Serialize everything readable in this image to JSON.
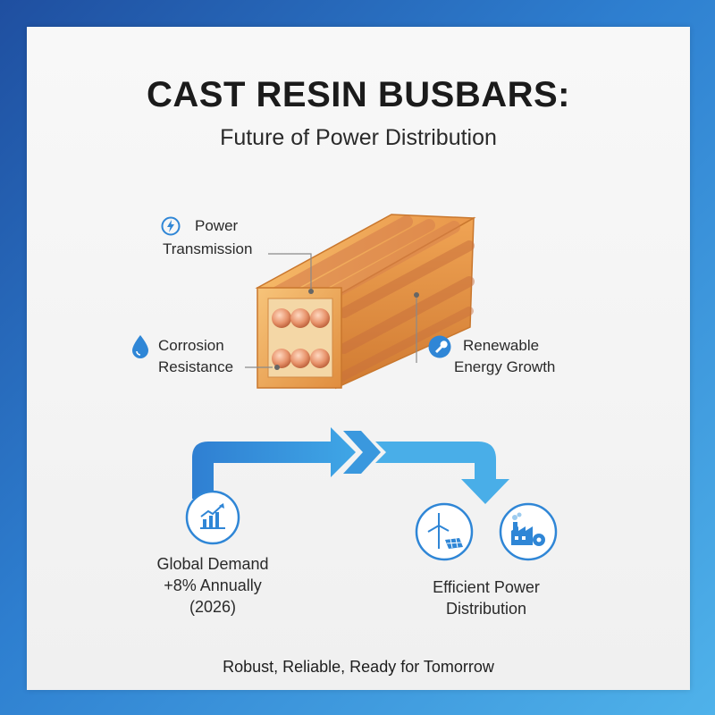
{
  "header": {
    "title": "CAST RESIN BUSBARS:",
    "subtitle": "Future of Power Distribution"
  },
  "features": {
    "power_line1": "Power",
    "power_line2": "Transmission",
    "corrosion_line1": "Corrosion",
    "corrosion_line2": "Resistance",
    "renewable_line1": "Renewable",
    "renewable_line2": "Energy Growth"
  },
  "flow": {
    "demand_line1": "Global Demand",
    "demand_line2": "+8% Annually",
    "demand_line3": "(2026)",
    "efficient_line1": "Efficient Power",
    "efficient_line2": "Distribution"
  },
  "footer": {
    "tagline": "Robust, Reliable, Ready for Tomorrow"
  },
  "icons": {
    "power": "lightning-bolt-icon",
    "corrosion": "water-drop-icon",
    "renewable": "wrench-icon",
    "demand": "bar-chart-growth-icon",
    "energy": "wind-solar-icon",
    "factory": "factory-gear-icon"
  },
  "colors": {
    "accent_blue": "#2f86d6",
    "copper": "#e08a4c",
    "resin": "#f2a84a"
  }
}
